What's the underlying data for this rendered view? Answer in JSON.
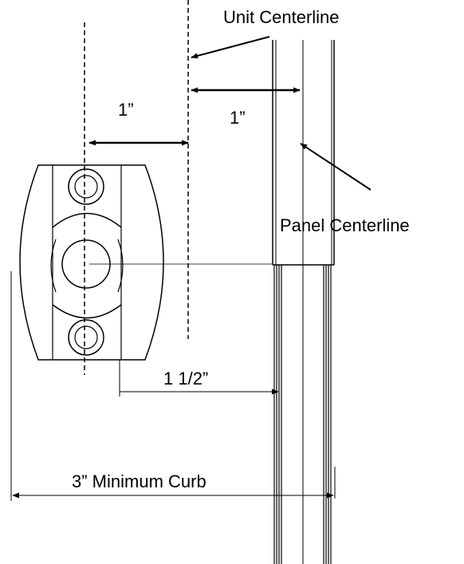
{
  "labels": {
    "unit_centerline": "Unit Centerline",
    "panel_centerline": "Panel Centerline",
    "dim_unit_offset": "1”",
    "dim_panel_offset": "1”",
    "dim_panel_face": "1 1/2”",
    "dim_min_curb": "3” Minimum Curb"
  },
  "colors": {
    "line": "#000000",
    "background": "#ffffff"
  }
}
